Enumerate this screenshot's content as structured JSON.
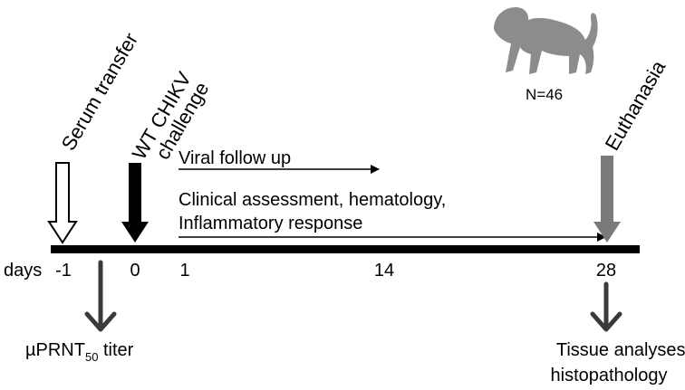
{
  "labels": {
    "serum_transfer": "Serum transfer",
    "challenge_line1": "WT CHIKV",
    "challenge_line2": "challenge",
    "euthanasia": "Euthanasia",
    "animal_count": "N=46",
    "viral_follow_up": "Viral follow up",
    "clinical_line1": "Clinical assessment, hematology,",
    "clinical_line2": "Inflammatory response",
    "days_label": "days",
    "prnt_prefix": "µPRNT",
    "prnt_subscript": "50",
    "prnt_suffix": " titer",
    "tissue_line1": "Tissue analyses,",
    "tissue_line2": "histopathology"
  },
  "timeline_days": [
    "-1",
    "0",
    "1",
    "14",
    "28"
  ],
  "icons": {
    "animal": "monkey-silhouette-icon"
  },
  "colors": {
    "timeline": "#000000",
    "challenge_arrow": "#000000",
    "serum_arrow_fill": "#ffffff",
    "euthanasia_arrow": "#7a7a7a",
    "down_arrows": "#3a3a3a",
    "monkey": "#8c8c8c"
  }
}
